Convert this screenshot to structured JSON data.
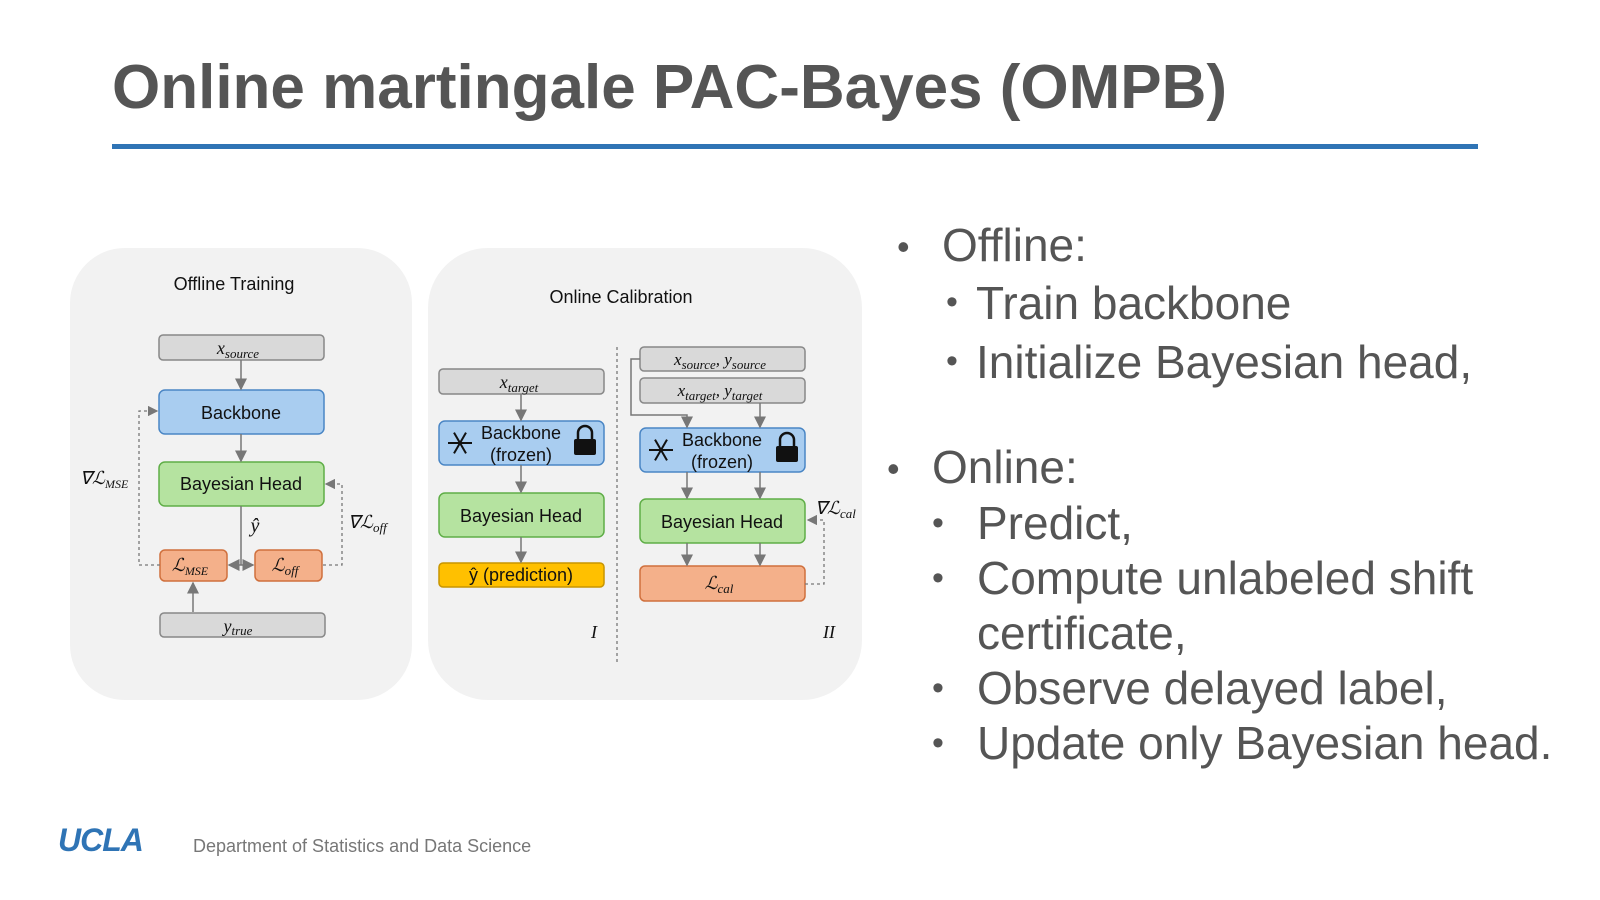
{
  "slide": {
    "title": "Online martingale PAC-Bayes (OMPB)",
    "footer": {
      "logo": "UCLA",
      "department": "Department of Statistics and Data Science"
    }
  },
  "diagram": {
    "offline_panel": {
      "title": "Offline Training",
      "x_source": "x",
      "x_source_sub": "source",
      "backbone": "Backbone",
      "bayesian_head": "Bayesian Head",
      "y_hat": "ŷ",
      "loss_mse": "ℒ",
      "loss_mse_sub": "MSE",
      "loss_off": "ℒ",
      "loss_off_sub": "off",
      "y_true": "y",
      "y_true_sub": "true",
      "grad_mse": "∇ℒ",
      "grad_mse_sub": "MSE",
      "grad_off": "∇ℒ",
      "grad_off_sub": "off"
    },
    "online_panel": {
      "title": "Online Calibration",
      "part_i": {
        "x_target": "x",
        "x_target_sub": "target",
        "backbone_line1": "Backbone",
        "backbone_line2": "(frozen)",
        "bayesian_head": "Bayesian Head",
        "prediction": "ŷ (prediction)",
        "roman": "I"
      },
      "part_ii": {
        "xy_source": "x",
        "xy_source_sub": "source",
        "xy_source_y": ", y",
        "xy_source_ysub": "source",
        "xy_target": "x",
        "xy_target_sub": "target",
        "xy_target_y": ", y",
        "xy_target_ysub": "target",
        "backbone_line1": "Backbone",
        "backbone_line2": "(frozen)",
        "bayesian_head": "Bayesian Head",
        "loss_cal": "ℒ",
        "loss_cal_sub": "cal",
        "grad_cal": "∇ℒ",
        "grad_cal_sub": "cal",
        "roman": "II"
      }
    },
    "colors": {
      "panel_bg": "#f2f2f2",
      "gray_box": "#d9d9d9",
      "blue_box": "#a9cdf0",
      "green_box": "#b5e3a0",
      "orange_box": "#f4b08a",
      "yellow_box": "#ffc000",
      "accent_blue": "#2f74b5"
    }
  },
  "bullets": {
    "offline_header": "Offline:",
    "offline_items": [
      "Train backbone",
      "Initialize Bayesian head,"
    ],
    "online_header": "Online:",
    "online_items": [
      "Predict,",
      "Compute unlabeled shift",
      "certificate,",
      "Observe delayed label,",
      "Update only Bayesian head."
    ]
  }
}
